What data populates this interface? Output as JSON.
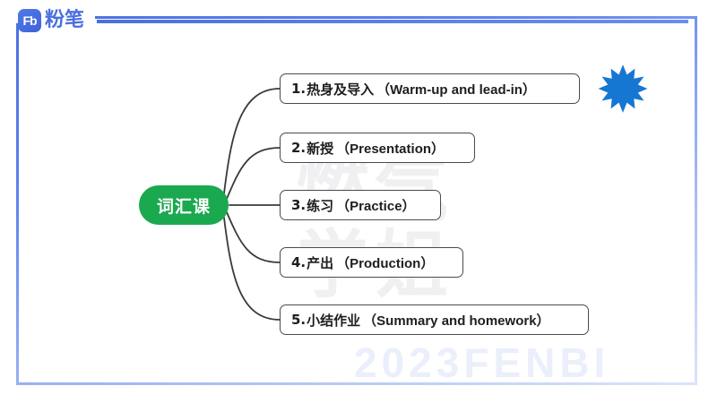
{
  "brand": {
    "logo_mark": "Fb",
    "logo_text": "粉笔"
  },
  "watermarks": {
    "center_cn": "燃气\n学姐",
    "bottom": "2023FENBI"
  },
  "mindmap": {
    "center": {
      "label": "词汇课",
      "color": "#1aa94f",
      "text_color": "#ffffff"
    },
    "nodes": [
      {
        "num": "1.",
        "cn": "热身及导入",
        "en": "（Warm-up and lead-in）"
      },
      {
        "num": "2.",
        "cn": "新授",
        "en": "（Presentation）"
      },
      {
        "num": "3.",
        "cn": "练习",
        "en": "（Practice）"
      },
      {
        "num": "4.",
        "cn": "产出",
        "en": "（Production）"
      },
      {
        "num": "5.",
        "cn": "小结作业",
        "en": "（Summary and homework）"
      }
    ]
  },
  "decoration": {
    "starburst_color": "#1677d2",
    "frame_color": "#4a6fe0",
    "box_border_color": "#4a4a4a"
  }
}
